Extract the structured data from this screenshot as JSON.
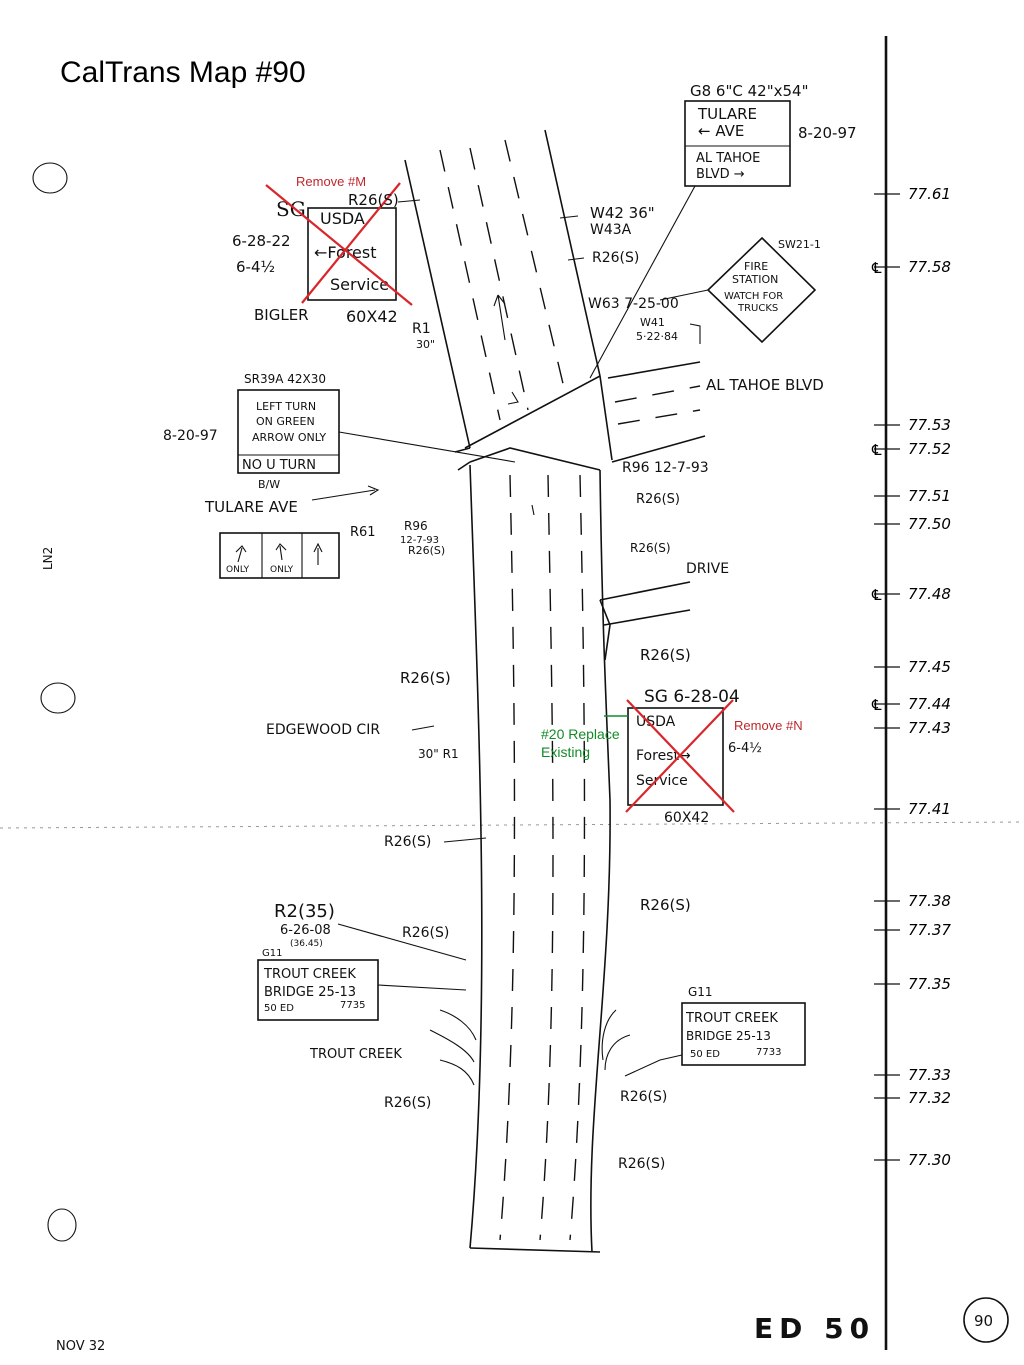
{
  "title": "CalTrans Map #90",
  "signs": {
    "g8_header": "G8 6\"C 42\"x54\"",
    "g8_line1": "TULARE",
    "g8_line2": "← AVE",
    "g8_line3": "AL TAHOE",
    "g8_line4": "BLVD →",
    "g8_date": "8-20-97",
    "sg_top_header": "SG",
    "sg_top_line1": "USDA",
    "sg_top_line2": "←Forest",
    "sg_top_line3": "Service",
    "sg_top_size": "60X42",
    "sg_top_date": "6-28-22",
    "sg_top_dist": "6-4½",
    "remove_m": "Remove #M",
    "r26_top": "R26(S)",
    "bigler": "BIGLER",
    "r1": "R1",
    "r1_size": "30\"",
    "w42": "W42 36\"",
    "w43a": "W43A",
    "r26_w": "R26(S)",
    "w63": "W63 7-25-00",
    "w41": "W41",
    "w41_date": "5·22·84",
    "sw21": "SW21-1",
    "fire_1": "FIRE",
    "fire_2": "STATION",
    "fire_3": "WATCH FOR",
    "fire_4": "TRUCKS",
    "al_tahoe_blvd": "AL TAHOE BLVD",
    "sr39a_header": "SR39A 42X30",
    "sr39a_1": "LEFT TURN",
    "sr39a_2": "ON GREEN",
    "sr39a_3": "ARROW ONLY",
    "sr39a_4": "NO U TURN",
    "sr39a_bw": "B/W",
    "sr39a_date": "8-20-97",
    "tulare_ave": "TULARE AVE",
    "r61": "R61",
    "r96_left": "R96",
    "r96_left_date": "12-7-93",
    "r26_left": "R26(S)",
    "r96_right": "R96 12-7-93",
    "r26_right1": "R26(S)",
    "r26_right2": "R26(S)",
    "only_1": "ONLY",
    "only_2": "ONLY",
    "drive": "DRIVE",
    "r26_mid_right": "R26(S)",
    "r26_mid_left": "R26(S)",
    "sg_bot_header": "SG 6-28-04",
    "sg_bot_1": "USDA",
    "sg_bot_2": "Forest→",
    "sg_bot_3": "Service",
    "sg_bot_size": "60X42",
    "sg_bot_dist": "6-4½",
    "remove_n": "Remove #N",
    "replace_1": "#20 Replace",
    "replace_2": "Existing",
    "edgewood": "EDGEWOOD CIR",
    "r1_bottom": "30\" R1",
    "r26_lower_left": "R26(S)",
    "r26_lower_right": "R26(S)",
    "r2_header": "R2(35)",
    "r2_date": "6-26-08",
    "r2_sub": "(36.45)",
    "r26_g11_left": "R26(S)",
    "g11_left_tag": "G11",
    "g11_left_1": "TROUT CREEK",
    "g11_left_2": "BRIDGE 25-13",
    "g11_left_3": "50 ED",
    "g11_left_4": "7735",
    "trout_creek": "TROUT CREEK",
    "r26_bottom_left": "R26(S)",
    "g11_right_tag": "G11",
    "g11_right_1": "TROUT CREEK",
    "g11_right_2": "BRIDGE 25-13",
    "g11_right_3": "50 ED",
    "g11_right_4": "7733",
    "r26_bottom_right1": "R26(S)",
    "r26_bottom_right2": "R26(S)",
    "route_label": "ED 50",
    "page_circle": "90",
    "footer_note": "NOV 32"
  },
  "postmiles": [
    "77.61",
    "77.58",
    "77.53",
    "77.52",
    "77.51",
    "77.50",
    "77.48",
    "77.45",
    "77.44",
    "77.43",
    "77.41",
    "77.38",
    "77.37",
    "77.35",
    "77.33",
    "77.32",
    "77.30"
  ],
  "centerline_marked": [
    "77.58",
    "77.52",
    "77.48",
    "77.44"
  ],
  "colors": {
    "remove_x": "#d8262b",
    "replace_text": "#138a28",
    "ink": "#111111"
  }
}
